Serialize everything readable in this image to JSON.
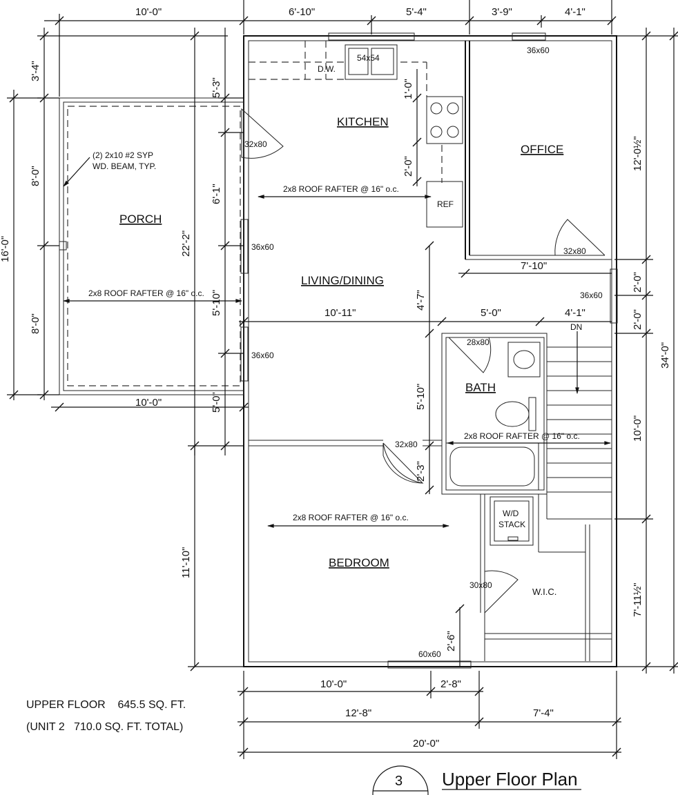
{
  "dims_top": [
    "10'-0\"",
    "6'-10\"",
    "5'-4\"",
    "3'-9\"",
    "4'-1\""
  ],
  "dims_left": [
    "3'-4\"",
    "8'-0\"",
    "8'-0\"",
    "16'-0\"",
    "10'-0\"",
    "22'-2\"",
    "5'-3\"",
    "6'-1\"",
    "5'-10\"",
    "5'-0\"",
    "11'-10\""
  ],
  "dims_right": [
    "12'-0½\"",
    "2'-0\"",
    "2'-0\"",
    "10'-0\"",
    "7'-11½\"",
    "34'-0\""
  ],
  "dims_interior": [
    "1'-0\"",
    "2'-0\"",
    "4'-7\"",
    "5'-10\"",
    "2'-3\"",
    "2'-6\"",
    "7'-10\"",
    "10'-11\"",
    "5'-0\"",
    "4'-1\""
  ],
  "dims_bottom": [
    "10'-0\"",
    "2'-8\"",
    "12'-8\"",
    "7'-4\"",
    "20'-0\""
  ],
  "rooms": {
    "kitchen": "KITCHEN",
    "office": "OFFICE",
    "porch": "PORCH",
    "living": "LIVING/DINING",
    "bath": "BATH",
    "bedroom": "BEDROOM",
    "wic": "W.I.C."
  },
  "tags": {
    "sink": "54x54",
    "dw": "D.W.",
    "ref": "REF",
    "wd1": "W/D",
    "wd2": "STACK",
    "dn": "DN",
    "win_office": "36x60",
    "win_living_1": "36x60",
    "win_living_2": "36x60",
    "win_stair": "36x60",
    "win_bed": "60x60",
    "door_kitchen": "32x80",
    "door_office": "32x80",
    "door_bed": "32x80",
    "door_bath": "28x80",
    "door_wic": "30x80"
  },
  "notes": {
    "beam_1": "(2) 2x10 #2 SYP",
    "beam_2": "WD. BEAM, TYP.",
    "rafter_kitchen": "2x8 ROOF RAFTER @ 16\" o.c.",
    "rafter_porch": "2x8 ROOF RAFTER @ 16\" o.c.",
    "rafter_bath": "2x8 ROOF RAFTER @ 16\" o.c.",
    "rafter_bed": "2x8 ROOF RAFTER @ 16\" o.c."
  },
  "footer": {
    "area_line_1": "UPPER FLOOR    645.5 SQ. FT.",
    "area_line_2": "(UNIT 2   710.0 SQ. FT. TOTAL)",
    "sheet_number": "3",
    "title": "Upper Floor Plan"
  }
}
